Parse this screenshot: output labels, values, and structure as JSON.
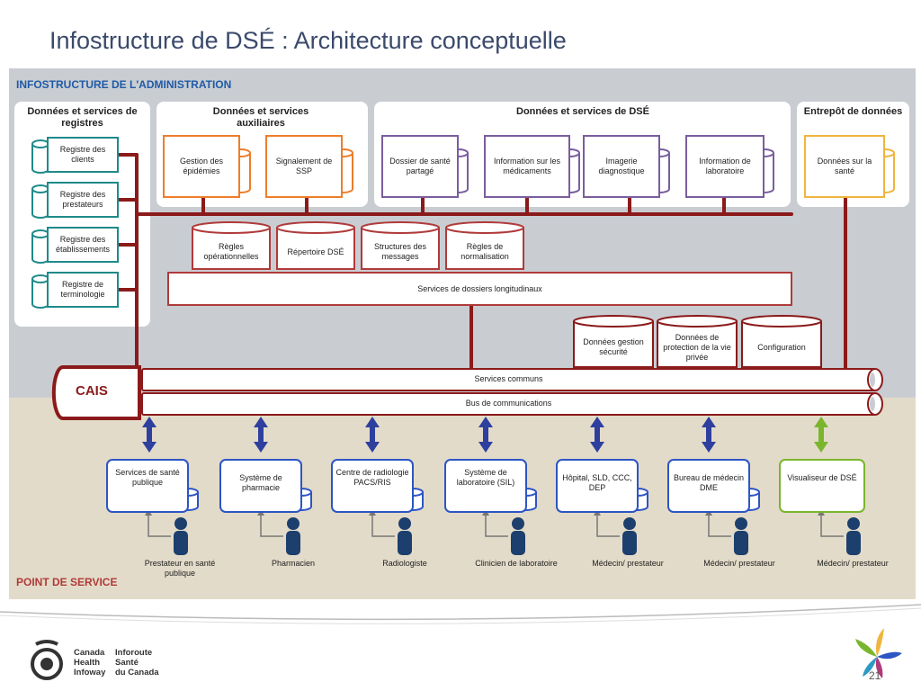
{
  "title": "Infostructure de DSÉ : Architecture conceptuelle",
  "region_admin": "INFOSTRUCTURE DE L'ADMINISTRATION",
  "region_pos": "POINT DE SERVICE",
  "panels": {
    "registres": "Données et services de registres",
    "auxiliaires": "Données et services auxiliaires",
    "dse": "Données et services de DSÉ",
    "entrepot": "Entrepôt de données"
  },
  "registres": [
    "Registre des clients",
    "Registre des prestateurs",
    "Registre des établissements",
    "Registre de terminologie"
  ],
  "auxiliaires": [
    "Gestion des épidémies",
    "Signalement de SSP"
  ],
  "dse": [
    "Dossier de santé partagé",
    "Information sur les médicaments",
    "Imagerie diagnostique",
    "Information de laboratoire"
  ],
  "entrepot": [
    "Données sur la santé"
  ],
  "regles": [
    "Règles opérationnelles",
    "Répertoire DSÉ",
    "Structures des messages",
    "Règles de normalisation"
  ],
  "services_longitudinaux": "Services de dossiers longitudinaux",
  "gestion": [
    "Données gestion sécurité",
    "Données de protection de la vie privée",
    "Configuration"
  ],
  "cais": "CAIS",
  "services_communs": "Services communs",
  "bus": "Bus de communications",
  "points_service": [
    "Services de santé publique",
    "Système de pharmacie",
    "Centre de radiologie PACS/RIS",
    "Système de laboratoire (SIL)",
    "Hôpital, SLD, CCC, DEP",
    "Bureau de médecin DME",
    "Visualiseur de DSÉ"
  ],
  "utilisateurs": [
    "Prestateur en santé publique",
    "Pharmacien",
    "Radiologiste",
    "Clinicien de laboratoire",
    "Médecin/ prestateur",
    "Médecin/ prestateur",
    "Médecin/ prestateur"
  ],
  "logo": {
    "line1_en": "Canada",
    "line2_en": "Health",
    "line3_en": "Infoway",
    "line1_fr": "Inforoute",
    "line2_fr": "Santé",
    "line3_fr": "du Canada"
  },
  "page_number": "21",
  "colors": {
    "title": "#3b4a6b",
    "region_label": "#1f5aa6",
    "bus_red": "#8b1a1a",
    "registry": "#1f8a8a",
    "auxiliary": "#ee7d2b",
    "dse": "#7a5d9e",
    "warehouse": "#f0b53d",
    "pos_blue": "#2d55c4",
    "viewer_green": "#7ab62d",
    "person": "#1c3f6e"
  }
}
